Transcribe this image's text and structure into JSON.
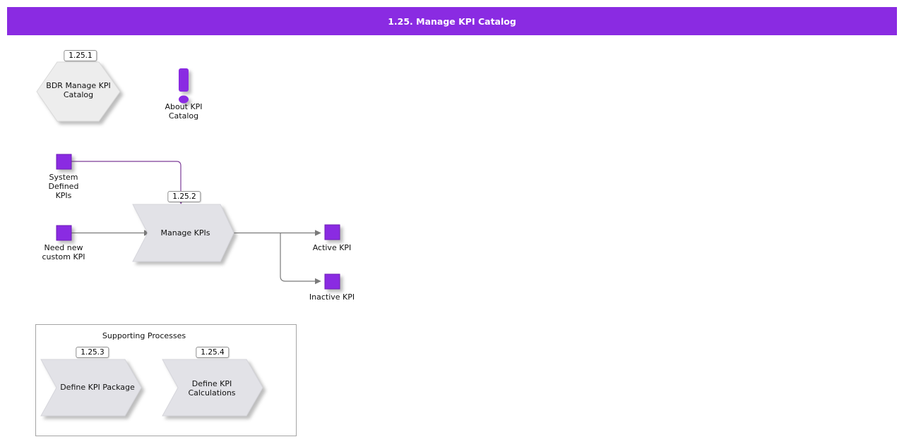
{
  "header": {
    "title": "1.25. Manage KPI Catalog",
    "bg_color": "#8a2be2",
    "text_color": "#ffffff"
  },
  "colors": {
    "accent_purple": "#8a2be2",
    "event_border_purple": "#6d1db5",
    "connector_purple": "#7d3c98",
    "connector_gray": "#7a7a7a",
    "process_fill": "#e2e2e7",
    "hexagon_fill": "#ededed"
  },
  "icons": {
    "about": "exclamation-icon"
  },
  "nodes": {
    "bdr_process": {
      "badge": "1.25.1",
      "label": "BDR Manage KPI\nCatalog"
    },
    "about": {
      "label": "About KPI\nCatalog"
    },
    "system_defined": {
      "label": "System\nDefined\nKPIs"
    },
    "need_new": {
      "label": "Need new\ncustom KPI"
    },
    "manage_kpis": {
      "badge": "1.25.2",
      "label": "Manage KPIs"
    },
    "active_kpi": {
      "label": "Active KPI"
    },
    "inactive_kpi": {
      "label": "Inactive KPI"
    }
  },
  "supporting": {
    "title": "Supporting Processes",
    "processes": [
      {
        "badge": "1.25.3",
        "label": "Define KPI Package"
      },
      {
        "badge": "1.25.4",
        "label": "Define KPI\nCalculations"
      }
    ]
  }
}
